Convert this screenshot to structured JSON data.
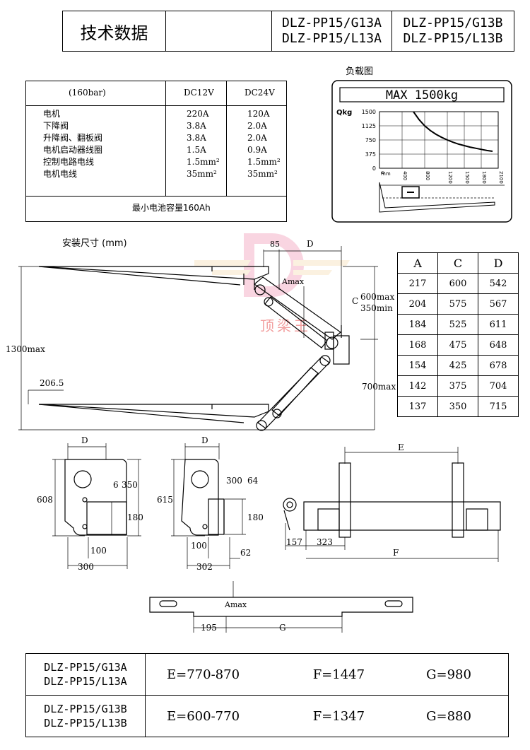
{
  "header": {
    "title": "技术数据",
    "model_a": [
      "DLZ-PP15/G13A",
      "DLZ-PP15/L13A"
    ],
    "model_b": [
      "DLZ-PP15/G13B",
      "DLZ-PP15/L13B"
    ]
  },
  "specs": {
    "pressure": "(160bar)",
    "col1": "DC12V",
    "col2": "DC24V",
    "rows": [
      {
        "name": "电机",
        "v12": "220A",
        "v24": "120A"
      },
      {
        "name": "下降阀",
        "v12": "3.8A",
        "v24": "2.0A"
      },
      {
        "name": "升降阀、翻板阀",
        "v12": "3.8A",
        "v24": "2.0A"
      },
      {
        "name": "电机启动器线圈",
        "v12": "1.5A",
        "v24": "0.9A"
      },
      {
        "name": "控制电路电线",
        "v12": "1.5mm²",
        "v24": "1.5mm²"
      },
      {
        "name": "电机电线",
        "v12": "35mm²",
        "v24": "35mm²"
      }
    ],
    "battery": "最小电池容量160Ah"
  },
  "load_chart": {
    "caption": "负载图",
    "title": "MAX 1500kg",
    "ylabel": "Qkg",
    "yticks": [
      "1500",
      "1125",
      "750",
      "375",
      "0"
    ],
    "xticks": [
      "0",
      "400",
      "800",
      "1200",
      "1500",
      "1800",
      "2100"
    ],
    "xunit": "mm"
  },
  "chart_data": {
    "type": "line",
    "title": "MAX 1500kg",
    "ylabel": "Qkg",
    "xlabel": "mm",
    "xlim": [
      0,
      2100
    ],
    "ylim": [
      0,
      1500
    ],
    "series": [
      {
        "x": [
          600,
          700,
          800,
          900,
          1000,
          1100,
          1200,
          1300,
          1400,
          1500,
          1600,
          1700,
          1800,
          1900,
          2000
        ],
        "y": [
          1500,
          1290,
          1125,
          1000,
          900,
          820,
          750,
          690,
          640,
          600,
          560,
          530,
          500,
          470,
          450
        ]
      }
    ]
  },
  "install": {
    "title": "安装尺寸 (mm)",
    "dims": {
      "d85": "85",
      "D": "D",
      "amax": "Amax",
      "c": "C",
      "c600": "600max",
      "c350": "350min",
      "h1300": "1300max",
      "h206": "206.5",
      "h700": "700max"
    },
    "logo_text": "顶梁王"
  },
  "dim_table": {
    "headers": [
      "A",
      "C",
      "D"
    ],
    "rows": [
      [
        "217",
        "600",
        "542"
      ],
      [
        "204",
        "575",
        "567"
      ],
      [
        "184",
        "525",
        "611"
      ],
      [
        "168",
        "475",
        "648"
      ],
      [
        "154",
        "425",
        "678"
      ],
      [
        "142",
        "375",
        "704"
      ],
      [
        "137",
        "350",
        "715"
      ]
    ]
  },
  "brackets": {
    "left": {
      "D": "D",
      "h608": "608",
      "d6": "6",
      "d350": "350",
      "d180": "180",
      "d100": "100",
      "d300": "300"
    },
    "mid": {
      "D": "D",
      "h615": "615",
      "d300": "300",
      "d64": "64",
      "d180": "180",
      "d100": "100",
      "d302": "302",
      "d62": "62"
    },
    "right": {
      "E": "E",
      "d157": "157",
      "d323": "323",
      "F": "F"
    },
    "beam": {
      "amax": "Amax",
      "d195": "195",
      "G": "G"
    }
  },
  "variants": [
    {
      "models": [
        "DLZ-PP15/G13A",
        "DLZ-PP15/L13A"
      ],
      "E": "E=770-870",
      "F": "F=1447",
      "G": "G=980"
    },
    {
      "models": [
        "DLZ-PP15/G13B",
        "DLZ-PP15/L13B"
      ],
      "E": "E=600-770",
      "F": "F=1347",
      "G": "G=880"
    }
  ]
}
